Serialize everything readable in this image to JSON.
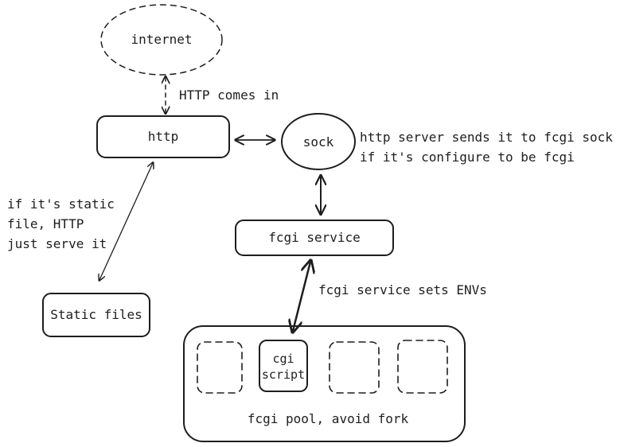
{
  "nodes": {
    "internet": "internet",
    "http": "http",
    "sock": "sock",
    "fcgi_service": "fcgi service",
    "static_files": "Static files",
    "cgi_script_line1": "cgi",
    "cgi_script_line2": "script",
    "fcgi_pool": "fcgi pool, avoid fork"
  },
  "annotations": {
    "http_comes_in": "HTTP comes in",
    "sock_note_line1": "http server sends it to fcgi sock",
    "sock_note_line2": "if it's configure to be fcgi",
    "static_note_line1": "if it's static",
    "static_note_line2": "file, HTTP",
    "static_note_line3": "just serve it",
    "fcgi_sets_envs": "fcgi service sets ENVs"
  },
  "colors": {
    "stroke": "#1e1e1e",
    "background": "#ffffff"
  }
}
